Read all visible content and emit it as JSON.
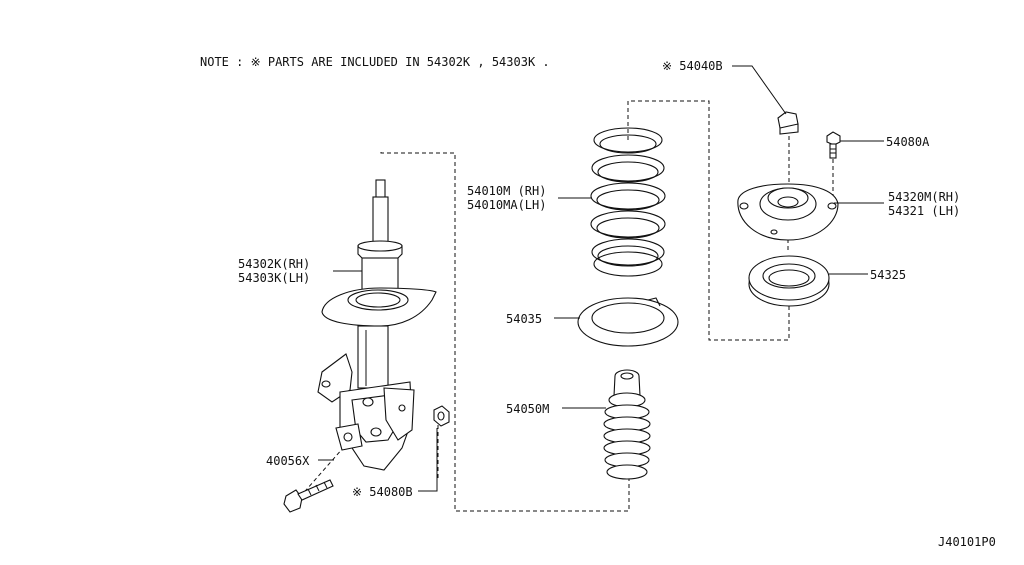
{
  "note": "NOTE : ※ PARTS ARE INCLUDED IN 54302K , 54303K .",
  "diagram_code": "J40101P0",
  "labels": {
    "nut_54040b": "※ 54040B",
    "bolt_54080a": "54080A",
    "mount_rh": "54320M(RH)",
    "mount_lh": "54321 (LH)",
    "bearing": "54325",
    "spring_rh": "54010M (RH)",
    "spring_lh": "54010MA(LH)",
    "seat": "54035",
    "boot": "54050M",
    "strut_rh": "54302K(RH)",
    "strut_lh": "54303K(LH)",
    "bolt_40056x": "40056X",
    "nut_54080b": "※ 54080B"
  }
}
